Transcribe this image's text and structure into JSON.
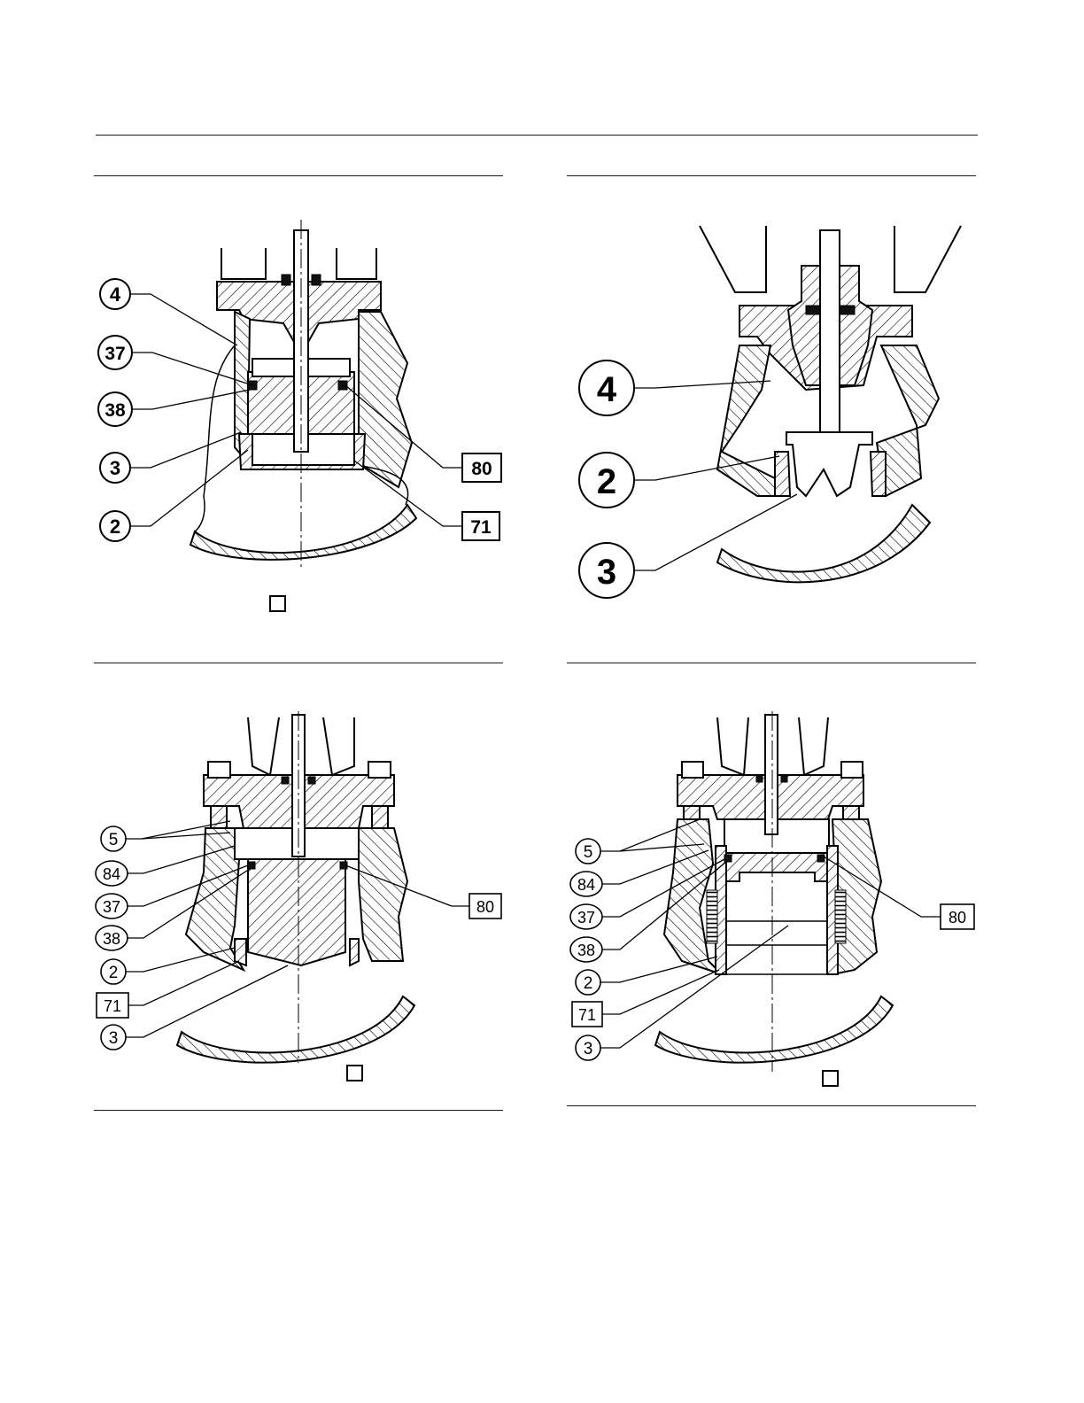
{
  "figures": {
    "top_left": {
      "callouts_left": [
        "4",
        "37",
        "38",
        "3",
        "2"
      ],
      "callouts_right": [
        "80",
        "71"
      ]
    },
    "top_right": {
      "callouts_left": [
        "4",
        "2",
        "3"
      ]
    },
    "bottom_left": {
      "callouts_left": [
        "5",
        "84",
        "37",
        "38",
        "2",
        "71",
        "3"
      ],
      "callouts_right": [
        "80"
      ]
    },
    "bottom_right": {
      "callouts_left": [
        "5",
        "84",
        "37",
        "38",
        "2",
        "71",
        "3"
      ],
      "callouts_right": [
        "80"
      ]
    }
  }
}
